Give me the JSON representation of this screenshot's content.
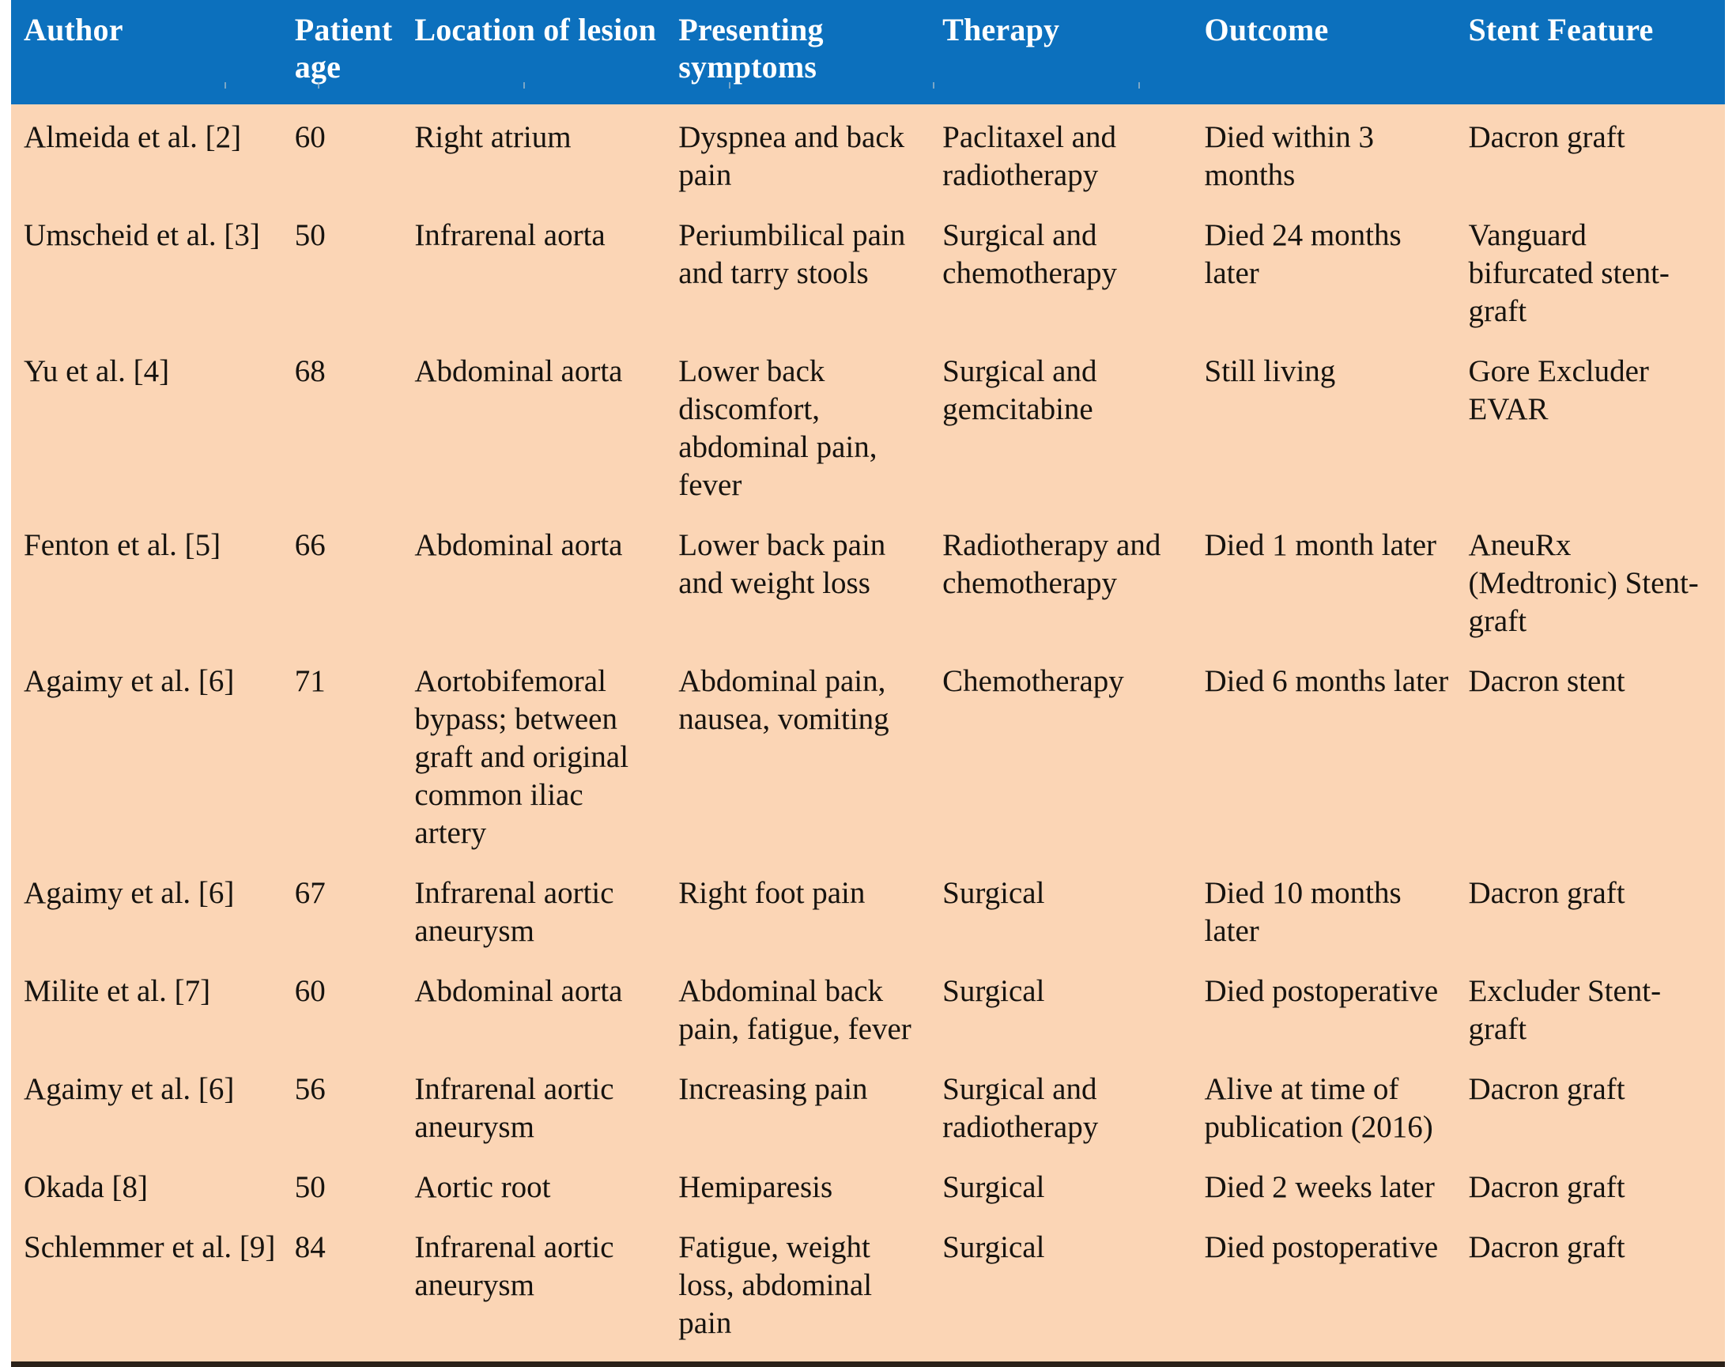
{
  "table": {
    "accent_color": "#0c70bd",
    "body_background": "#fbd5b5",
    "header_text_color": "#ffffff",
    "body_text_color": "#16130f",
    "columns": [
      {
        "key": "author",
        "label": "Author"
      },
      {
        "key": "age",
        "label": "Patient age"
      },
      {
        "key": "location",
        "label": "Location of lesion"
      },
      {
        "key": "symptoms",
        "label": "Presenting symptoms"
      },
      {
        "key": "therapy",
        "label": "Therapy"
      },
      {
        "key": "outcome",
        "label": "Outcome"
      },
      {
        "key": "stent",
        "label": "Stent Feature"
      }
    ],
    "rows": [
      {
        "author": "Almeida et al. [2]",
        "age": "60",
        "location": "Right atrium",
        "symptoms": "Dyspnea and back pain",
        "therapy": "Paclitaxel and radiotherapy",
        "outcome": "Died within 3 months",
        "stent": "Dacron graft"
      },
      {
        "author": "Umscheid et al. [3]",
        "age": "50",
        "location": "Infrarenal aorta",
        "symptoms": "Periumbilical pain and tarry stools",
        "therapy": "Surgical and chemotherapy",
        "outcome": "Died 24 months later",
        "stent": "Vanguard bifurcated stent-graft"
      },
      {
        "author": "Yu et al. [4]",
        "age": "68",
        "location": "Abdominal aorta",
        "symptoms": "Lower back discomfort, abdominal pain, fever",
        "therapy": "Surgical and gemcitabine",
        "outcome": "Still living",
        "stent": "Gore Excluder EVAR"
      },
      {
        "author": "Fenton et al. [5]",
        "age": "66",
        "location": "Abdominal aorta",
        "symptoms": "Lower back pain and weight loss",
        "therapy": "Radiotherapy and chemotherapy",
        "outcome": "Died 1 month later",
        "stent": "AneuRx (Medtronic) Stent-graft"
      },
      {
        "author": "Agaimy et al. [6]",
        "age": "71",
        "location": "Aortobifemoral bypass; between graft and original common iliac artery",
        "symptoms": "Abdominal pain, nausea, vomiting",
        "therapy": "Chemotherapy",
        "outcome": "Died 6 months later",
        "stent": "Dacron stent"
      },
      {
        "author": "Agaimy et al. [6]",
        "age": "67",
        "location": "Infrarenal aortic aneurysm",
        "symptoms": "Right foot pain",
        "therapy": "Surgical",
        "outcome": "Died 10 months later",
        "stent": "Dacron graft"
      },
      {
        "author": "Milite et al. [7]",
        "age": "60",
        "location": "Abdominal aorta",
        "symptoms": "Abdominal back pain, fatigue, fever",
        "therapy": "Surgical",
        "outcome": "Died postoperative",
        "stent": "Excluder Stent-graft"
      },
      {
        "author": "Agaimy et al. [6]",
        "age": "56",
        "location": "Infrarenal aortic aneurysm",
        "symptoms": "Increasing pain",
        "therapy": "Surgical and radiotherapy",
        "outcome": "Alive at time of publication (2016)",
        "stent": "Dacron graft"
      },
      {
        "author": "Okada  [8]",
        "age": "50",
        "location": "Aortic root",
        "symptoms": "Hemiparesis",
        "therapy": "Surgical",
        "outcome": "Died 2 weeks later",
        "stent": "Dacron graft"
      },
      {
        "author": "Schlemmer et al. [9]",
        "age": "84",
        "location": "Infrarenal aortic aneurysm",
        "symptoms": "Fatigue, weight loss, abdominal pain",
        "therapy": "Surgical",
        "outcome": "Died postoperative",
        "stent": "Dacron graft"
      }
    ]
  }
}
